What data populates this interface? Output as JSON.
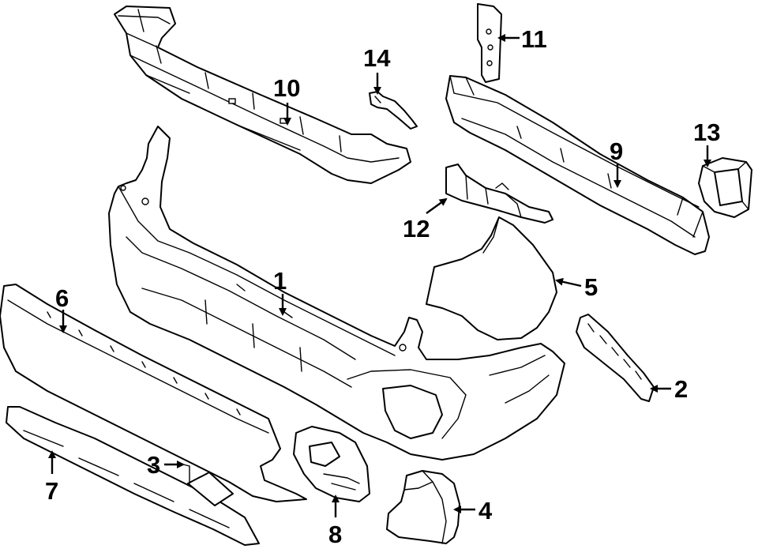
{
  "callouts": {
    "c1": "1",
    "c2": "2",
    "c3": "3",
    "c4": "4",
    "c5": "5",
    "c6": "6",
    "c7": "7",
    "c8": "8",
    "c9": "9",
    "c10": "10",
    "c11": "11",
    "c12": "12",
    "c13": "13",
    "c14": "14"
  },
  "colors": {
    "background": "#ffffff",
    "line": "#000000"
  }
}
